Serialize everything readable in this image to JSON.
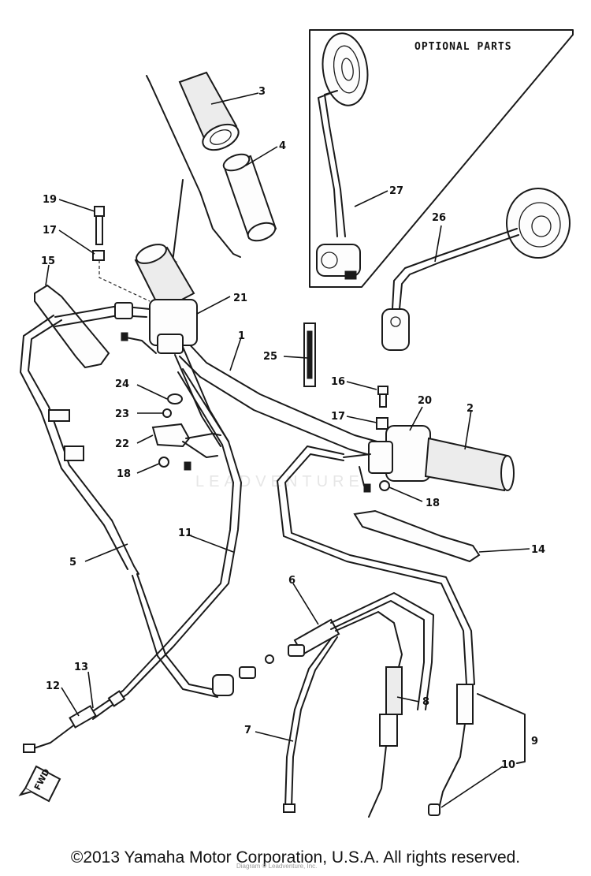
{
  "diagram": {
    "heading": "OPTIONAL PARTS",
    "direction_marker": "FWD",
    "watermark": "LEADVENTURE",
    "callouts": [
      {
        "id": "c1",
        "label": "1"
      },
      {
        "id": "c2",
        "label": "2"
      },
      {
        "id": "c3",
        "label": "3"
      },
      {
        "id": "c4",
        "label": "4"
      },
      {
        "id": "c5",
        "label": "5"
      },
      {
        "id": "c6",
        "label": "6"
      },
      {
        "id": "c7",
        "label": "7"
      },
      {
        "id": "c8",
        "label": "8"
      },
      {
        "id": "c9",
        "label": "9"
      },
      {
        "id": "c10",
        "label": "10"
      },
      {
        "id": "c11",
        "label": "11"
      },
      {
        "id": "c12",
        "label": "12"
      },
      {
        "id": "c13",
        "label": "13"
      },
      {
        "id": "c14",
        "label": "14"
      },
      {
        "id": "c15",
        "label": "15"
      },
      {
        "id": "c16",
        "label": "16"
      },
      {
        "id": "c17a",
        "label": "17"
      },
      {
        "id": "c17b",
        "label": "17"
      },
      {
        "id": "c18a",
        "label": "18"
      },
      {
        "id": "c18b",
        "label": "18"
      },
      {
        "id": "c19",
        "label": "19"
      },
      {
        "id": "c20",
        "label": "20"
      },
      {
        "id": "c21",
        "label": "21"
      },
      {
        "id": "c22",
        "label": "22"
      },
      {
        "id": "c23",
        "label": "23"
      },
      {
        "id": "c24",
        "label": "24"
      },
      {
        "id": "c25",
        "label": "25"
      },
      {
        "id": "c26",
        "label": "26"
      },
      {
        "id": "c27",
        "label": "27"
      }
    ]
  },
  "footer": {
    "copyright": "©2013 Yamaha Motor Corporation, U.S.A. All rights reserved.",
    "publisher": "Diagram © Leadventure, Inc."
  }
}
